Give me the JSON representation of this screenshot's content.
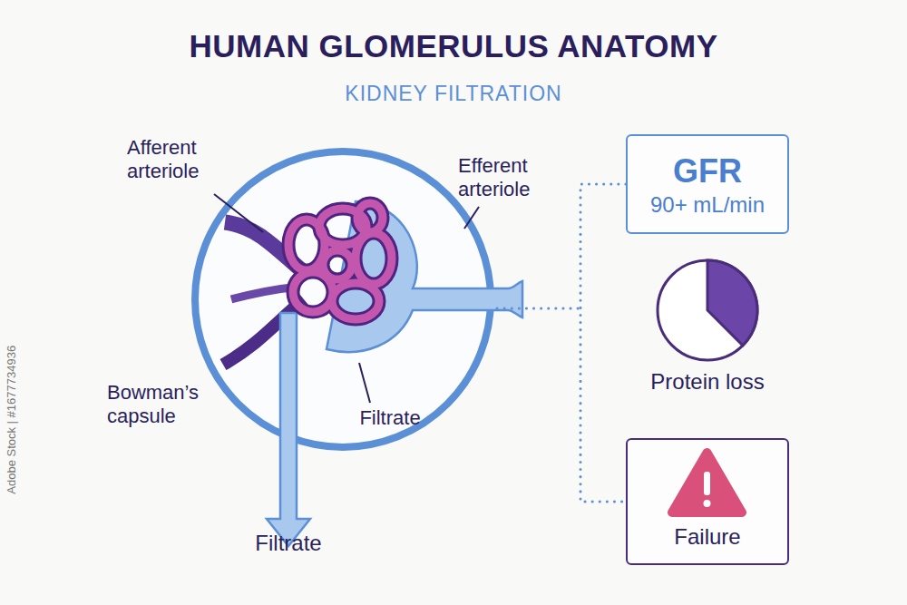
{
  "diagram": {
    "title": "HUMAN GLOMERULUS ANATOMY",
    "nodes": [
      {
        "text": [
          "GFR",
          "90+ mL/min"
        ]
      },
      {
        "text": [
          "Protein loss"
        ]
      },
      {
        "text": [
          "Failure"
        ]
      }
    ],
    "edges": [
      {
        "from": 0,
        "to": 2,
        "arrow": "none"
      }
    ],
    "labels": [
      "KIDNEY FILTRATION",
      "Afferent arteriole",
      "Efferent arteriole",
      "Bowman’s capsule",
      "Filtrate",
      "Filtrate",
      "Adobe Stock | #1677734936"
    ]
  }
}
